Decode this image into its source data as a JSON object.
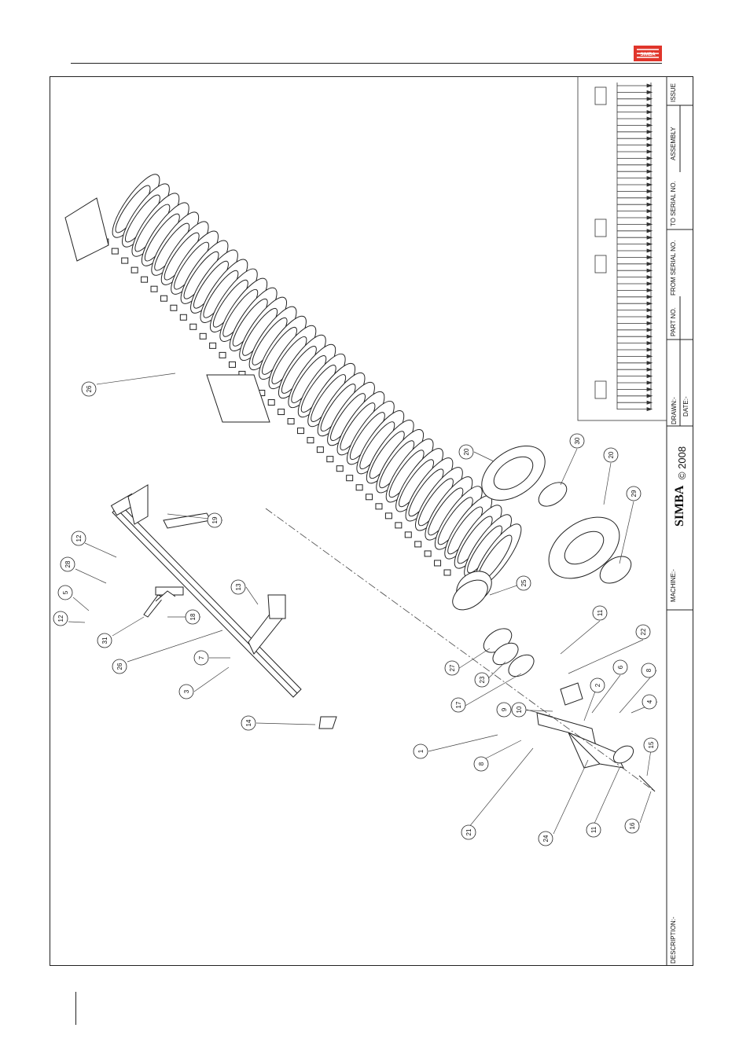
{
  "header": {
    "logo_text": "SIMBA"
  },
  "title_block": {
    "description_label": "DESCRIPTION:-",
    "machine_label": "MACHINE:-",
    "brand": "SIMBA",
    "copyright": "© 2008",
    "drawn_label": "DRAWN:-",
    "date_label": "DATE:-",
    "part_no_label": "PART NO.",
    "from_serial_label": "FROM SERIAL NO.",
    "to_serial_label": "TO SERIAL NO.",
    "assembly_label": "ASSEMBLY",
    "issue_label": "ISSUE"
  },
  "callouts": [
    "26",
    "19",
    "12",
    "28",
    "5",
    "12",
    "31",
    "18",
    "13",
    "7",
    "3",
    "26",
    "14",
    "20",
    "30",
    "20",
    "29",
    "25",
    "11",
    "22",
    "27",
    "23",
    "17",
    "9",
    "10",
    "6",
    "2",
    "8",
    "4",
    "1",
    "8",
    "21",
    "24",
    "11",
    "15",
    "16"
  ]
}
